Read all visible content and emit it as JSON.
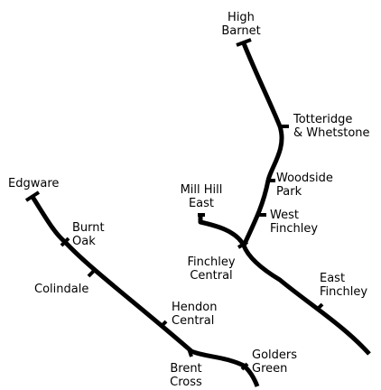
{
  "map": {
    "line_color": "#000000",
    "background": "#ffffff"
  },
  "stations": {
    "high_barnet": [
      "High",
      "Barnet"
    ],
    "totteridge": [
      "Totteridge",
      "& Whetstone"
    ],
    "woodside_park": [
      "Woodside",
      "Park"
    ],
    "west_finchley": [
      "West",
      "Finchley"
    ],
    "mill_hill_east": [
      "Mill Hill",
      "East"
    ],
    "finchley_central": [
      "Finchley",
      "Central"
    ],
    "east_finchley": [
      "East",
      "Finchley"
    ],
    "edgware": [
      "Edgware"
    ],
    "burnt_oak": [
      "Burnt",
      "Oak"
    ],
    "colindale": [
      "Colindale"
    ],
    "hendon_central": [
      "Hendon",
      "Central"
    ],
    "brent_cross": [
      "Brent",
      "Cross"
    ],
    "golders_green": [
      "Golders",
      "Green"
    ]
  }
}
